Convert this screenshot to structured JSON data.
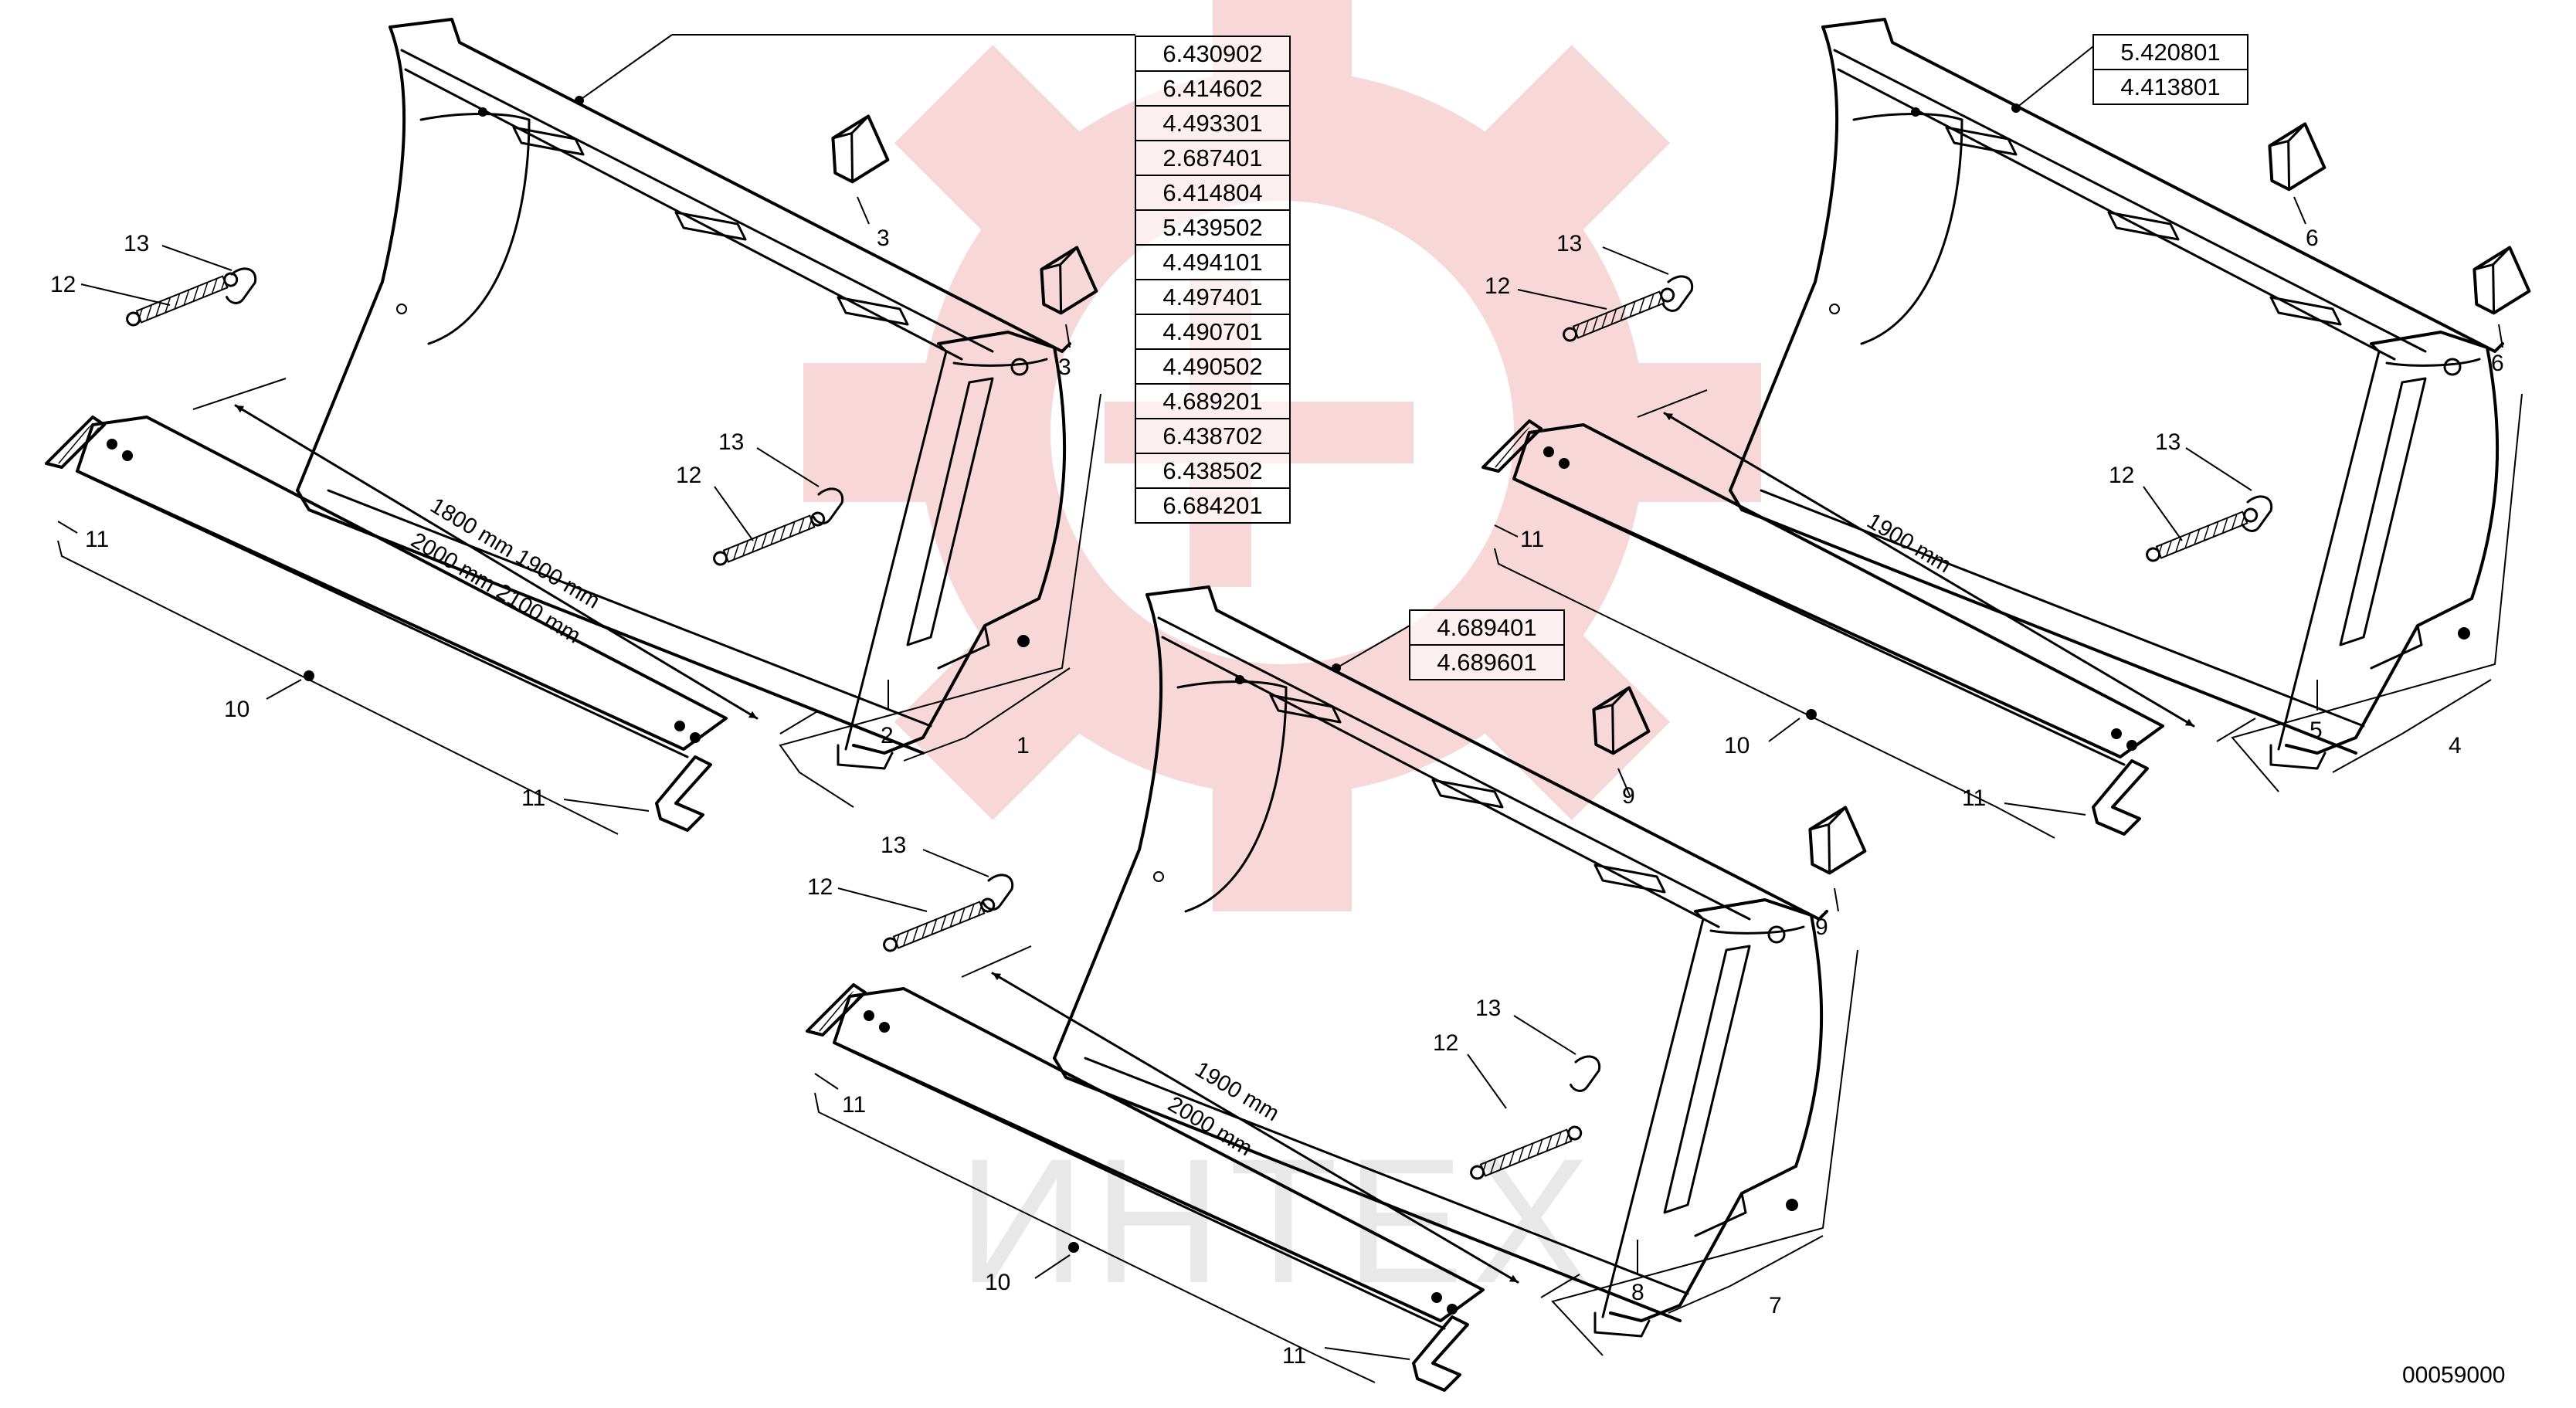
{
  "watermark": {
    "text": "ИНТЕХ",
    "gear_color": "#f7d7d7",
    "text_color": "#e8e8e8"
  },
  "figure_id": "00059000",
  "groups": [
    {
      "id": "left",
      "codes": [
        "6.430902",
        "6.414602",
        "4.493301",
        "2.687401",
        "6.414804",
        "5.439502",
        "4.494101",
        "4.497401",
        "4.490701",
        "4.490502",
        "4.689201",
        "6.438702",
        "6.438502",
        "6.684201"
      ],
      "dims": [
        "1800 mm  1900 mm",
        "2000 mm  2100 mm"
      ],
      "labels": [
        "1",
        "2",
        "3",
        "3",
        "10",
        "11",
        "11",
        "12",
        "12",
        "13",
        "13"
      ]
    },
    {
      "id": "right",
      "codes": [
        "5.420801",
        "4.413801"
      ],
      "dims": [
        "1900 mm"
      ],
      "labels": [
        "4",
        "5",
        "6",
        "6",
        "10",
        "11",
        "11",
        "12",
        "12",
        "13",
        "13"
      ]
    },
    {
      "id": "center",
      "codes": [
        "4.689401",
        "4.689601"
      ],
      "dims": [
        "1900 mm",
        "2000 mm"
      ],
      "labels": [
        "7",
        "8",
        "9",
        "9",
        "10",
        "11",
        "11",
        "12",
        "12",
        "13",
        "13"
      ]
    }
  ]
}
